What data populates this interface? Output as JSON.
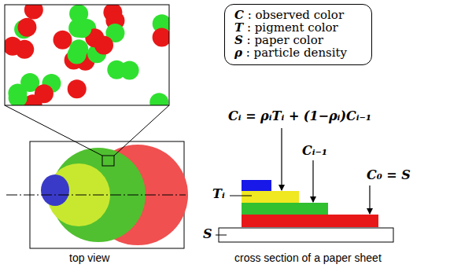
{
  "diagram": {
    "nodes": [
      {
        "text": [
          "C : observed color",
          "T : pigment color",
          "S : paper  color",
          "ρ : particle density"
        ]
      }
    ],
    "labels": [
      "Cᵢ = ρᵢTᵢ + (1−ρᵢ)Cᵢ₋₁",
      "Cᵢ₋₁",
      "Tᵢ",
      "C₀ = S",
      "S",
      "top view",
      "cross section of a paper sheet"
    ]
  }
}
